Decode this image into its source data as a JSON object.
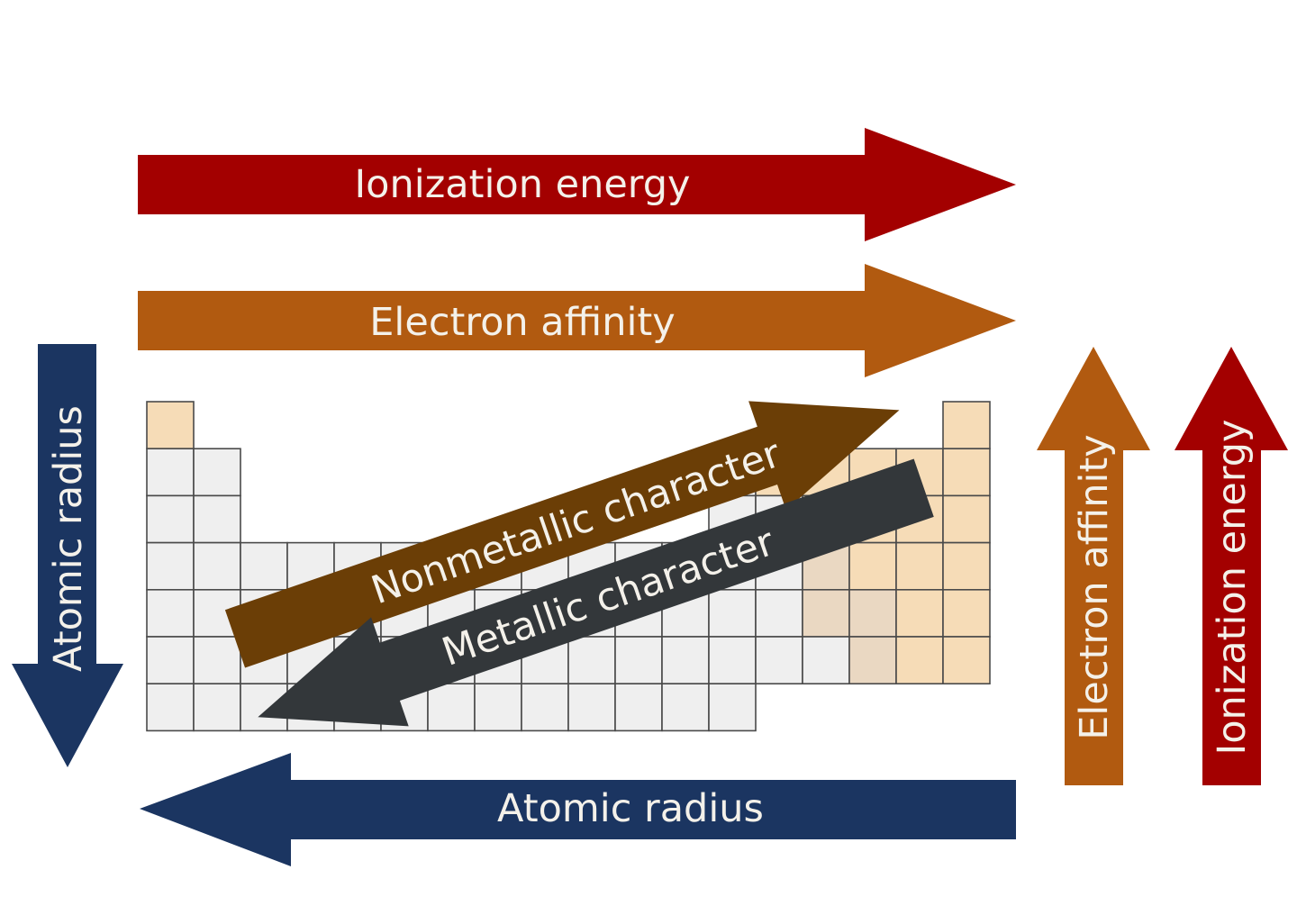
{
  "labels": {
    "ionization_energy": "Ionization energy",
    "electron_affinity": "Electron affinity",
    "atomic_radius": "Atomic radius",
    "nonmetallic_character": "Nonmetallic character",
    "metallic_character": "Metallic character"
  },
  "colors": {
    "ionization": "#a30000",
    "affinity": "#b15a10",
    "radius": "#1b3561",
    "nonmetallic": "#6b3e06",
    "metallic": "#33373a",
    "cell_default": "#efefef",
    "cell_nonmetal": "#f6dcb7",
    "cell_metalloid": "#ead8c2"
  }
}
